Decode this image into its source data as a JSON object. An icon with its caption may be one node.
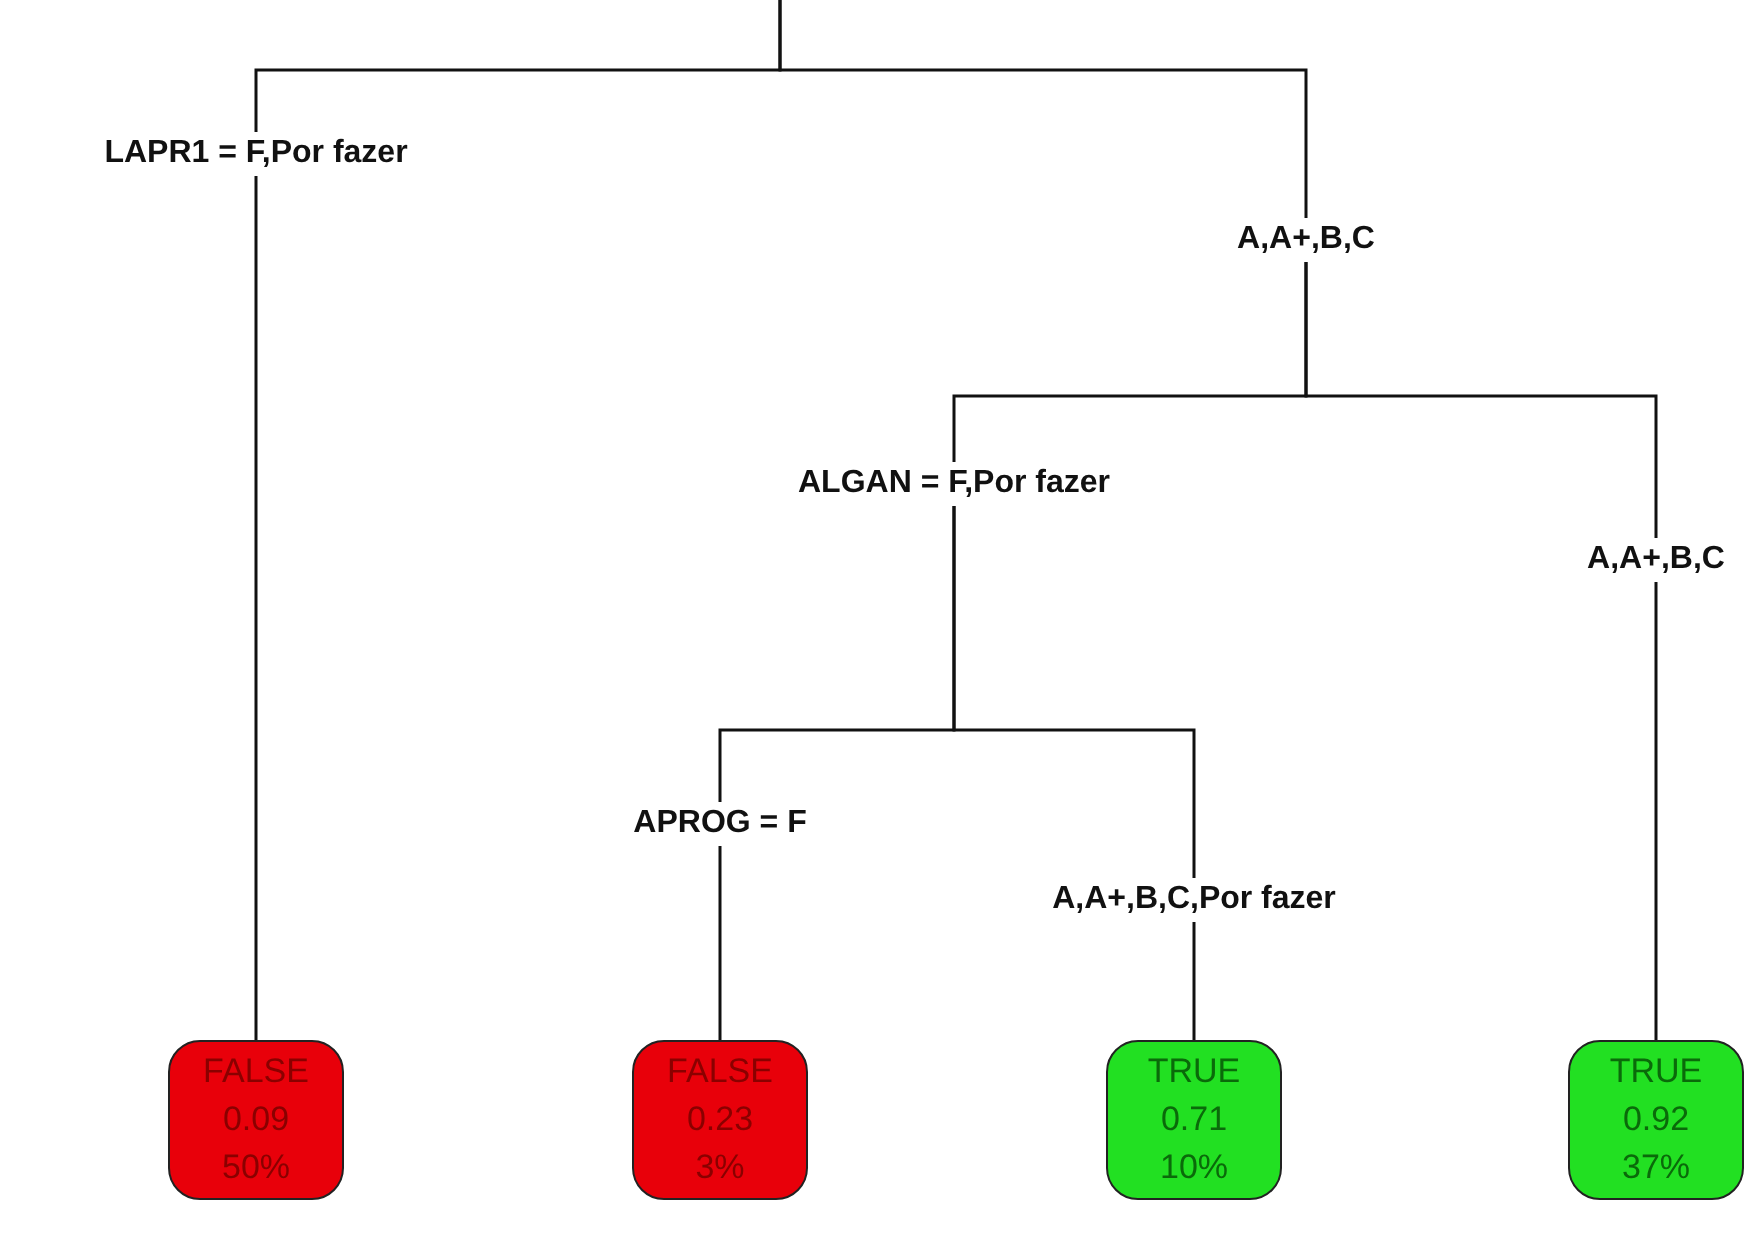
{
  "diagram": {
    "nodes": [
      {
        "text": [
          "LAPR1 = F,Por fazer"
        ]
      },
      {
        "text": [
          "A,A+,B,C"
        ]
      },
      {
        "text": [
          "ALGAN = F,Por fazer"
        ]
      },
      {
        "text": [
          "A,A+,B,C"
        ]
      },
      {
        "text": [
          "APROG = F"
        ]
      },
      {
        "text": [
          "A,A+,B,C,Por fazer"
        ]
      },
      {
        "text": [
          "FALSE",
          "0.09",
          "50%"
        ]
      },
      {
        "text": [
          "FALSE",
          "0.23",
          "3%"
        ]
      },
      {
        "text": [
          "TRUE",
          "0.71",
          "10%"
        ]
      },
      {
        "text": [
          "TRUE",
          "0.92",
          "37%"
        ]
      }
    ],
    "edges": [
      {
        "from": null,
        "to": 0,
        "arrow": "none"
      },
      {
        "from": null,
        "to": 1,
        "arrow": "none"
      },
      {
        "from": 0,
        "to": 6,
        "arrow": "none"
      },
      {
        "from": 1,
        "to": 2,
        "arrow": "none"
      },
      {
        "from": 1,
        "to": 3,
        "arrow": "none"
      },
      {
        "from": 2,
        "to": 4,
        "arrow": "none"
      },
      {
        "from": 2,
        "to": 5,
        "arrow": "none"
      },
      {
        "from": 4,
        "to": 7,
        "arrow": "none"
      },
      {
        "from": 5,
        "to": 8,
        "arrow": "none"
      },
      {
        "from": 3,
        "to": 9,
        "arrow": "none"
      }
    ]
  }
}
